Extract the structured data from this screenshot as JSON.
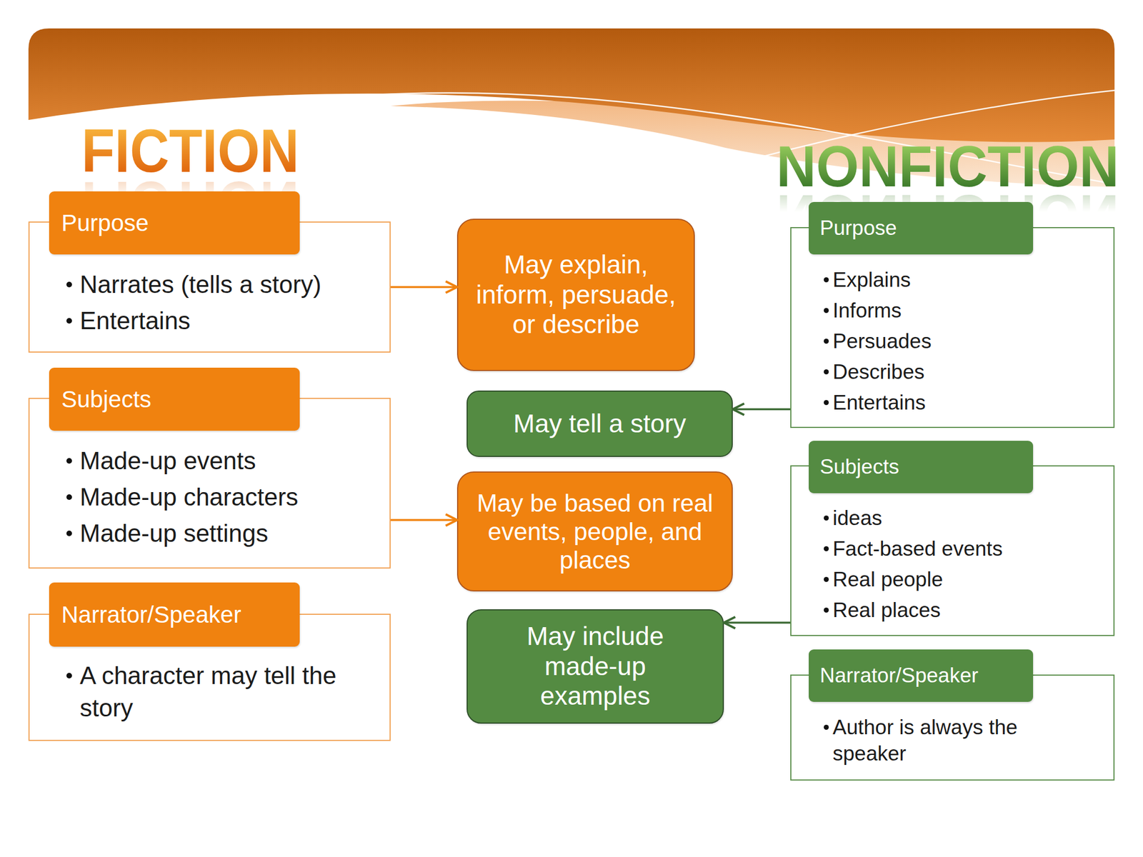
{
  "diagram": {
    "nodes": [
      {
        "text": [
          "Purpose",
          "Narrates (tells a story)",
          "Entertains"
        ]
      },
      {
        "text": [
          "May explain, inform, persuade, or describe"
        ]
      },
      {
        "text": [
          "Purpose",
          "Explains",
          "Informs",
          "Persuades",
          "Describes",
          "Entertains"
        ]
      },
      {
        "text": [
          "May tell a story"
        ]
      },
      {
        "text": [
          "Subjects",
          "Made-up events",
          "Made-up characters",
          "Made-up settings"
        ]
      },
      {
        "text": [
          "May be based on real events, people, and places"
        ]
      },
      {
        "text": [
          "Subjects",
          "ideas",
          "Fact-based events",
          "Real people",
          "Real places"
        ]
      },
      {
        "text": [
          "May include made-up examples"
        ]
      },
      {
        "text": [
          "Narrator/Speaker",
          "A character may tell the story"
        ]
      },
      {
        "text": [
          "Narrator/Speaker",
          "Author is always the speaker"
        ]
      }
    ],
    "edges": [
      {
        "from": 0,
        "to": 1,
        "arrow": "to"
      },
      {
        "from": 2,
        "to": 3,
        "arrow": "to"
      },
      {
        "from": 4,
        "to": 5,
        "arrow": "to"
      },
      {
        "from": 6,
        "to": 7,
        "arrow": "to"
      }
    ],
    "labels": [
      "FICTION",
      "NONFICTION"
    ]
  }
}
